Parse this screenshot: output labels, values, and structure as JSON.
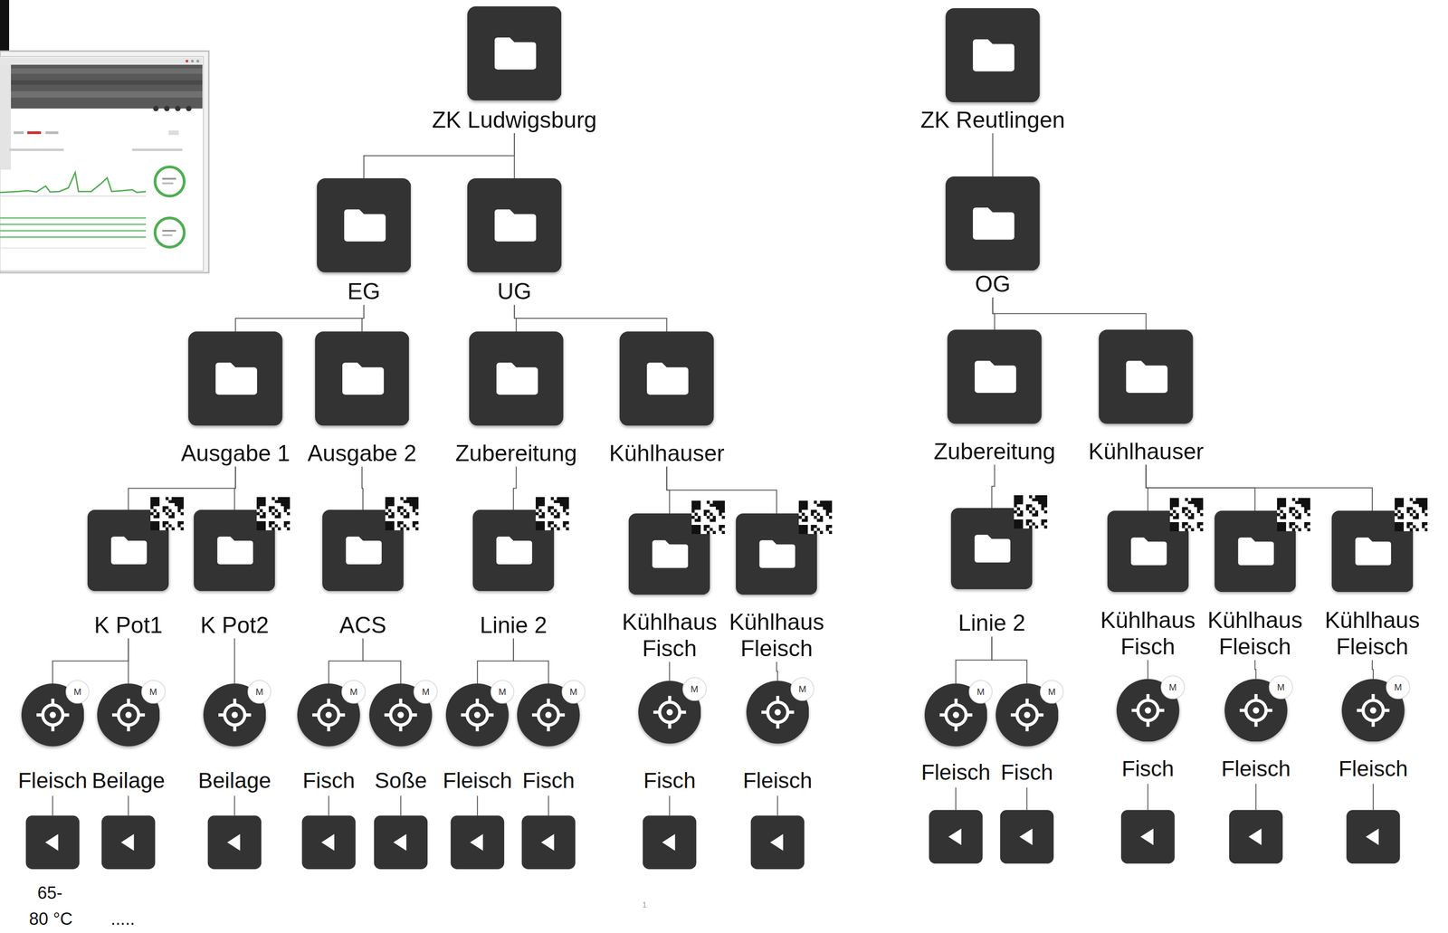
{
  "diagram": {
    "nodes": [
      {
        "text": [
          "ZK Ludwigsburg"
        ]
      },
      {
        "text": [
          "ZK Reutlingen"
        ]
      },
      {
        "text": [
          "EG"
        ]
      },
      {
        "text": [
          "UG"
        ]
      },
      {
        "text": [
          "OG"
        ]
      },
      {
        "text": [
          "Ausgabe 1"
        ]
      },
      {
        "text": [
          "Ausgabe 2"
        ]
      },
      {
        "text": [
          "Zubereitung"
        ]
      },
      {
        "text": [
          "Kühlhauser"
        ]
      },
      {
        "text": [
          "Zubereitung"
        ]
      },
      {
        "text": [
          "Kühlhauser"
        ]
      },
      {
        "text": [
          "K Pot1"
        ]
      },
      {
        "text": [
          "K Pot2"
        ]
      },
      {
        "text": [
          "ACS"
        ]
      },
      {
        "text": [
          "Linie 2"
        ]
      },
      {
        "text": [
          "Kühlhaus Fisch"
        ]
      },
      {
        "text": [
          "Kühlhaus Fleisch"
        ]
      },
      {
        "text": [
          "Linie 2"
        ]
      },
      {
        "text": [
          "Kühlhaus Fisch"
        ]
      },
      {
        "text": [
          "Kühlhaus Fleisch"
        ]
      },
      {
        "text": [
          "Kühlhaus Fleisch"
        ]
      },
      {
        "text": [
          "M",
          "Fleisch"
        ]
      },
      {
        "text": [
          "M",
          "Beilage"
        ]
      },
      {
        "text": [
          "M",
          "Beilage"
        ]
      },
      {
        "text": [
          "M",
          "Fisch"
        ]
      },
      {
        "text": [
          "M",
          "Soße"
        ]
      },
      {
        "text": [
          "M",
          "Fleisch"
        ]
      },
      {
        "text": [
          "M",
          "Fisch"
        ]
      },
      {
        "text": [
          "M",
          "Fisch"
        ]
      },
      {
        "text": [
          "M",
          "Fleisch"
        ]
      },
      {
        "text": [
          "M",
          "Fleisch"
        ]
      },
      {
        "text": [
          "M",
          "Fisch"
        ]
      },
      {
        "text": [
          "M",
          "Fisch"
        ]
      },
      {
        "text": [
          "M",
          "Fleisch"
        ]
      },
      {
        "text": [
          "M",
          "Fleisch"
        ]
      }
    ],
    "edges": [
      {
        "from": 0,
        "to": 2,
        "arrow": "none"
      },
      {
        "from": 0,
        "to": 3,
        "arrow": "none"
      },
      {
        "from": 1,
        "to": 4,
        "arrow": "none"
      },
      {
        "from": 2,
        "to": 5,
        "arrow": "none"
      },
      {
        "from": 2,
        "to": 6,
        "arrow": "none"
      },
      {
        "from": 3,
        "to": 7,
        "arrow": "none"
      },
      {
        "from": 3,
        "to": 8,
        "arrow": "none"
      },
      {
        "from": 4,
        "to": 9,
        "arrow": "none"
      },
      {
        "from": 4,
        "to": 10,
        "arrow": "none"
      },
      {
        "from": 5,
        "to": 11,
        "arrow": "none"
      },
      {
        "from": 5,
        "to": 12,
        "arrow": "none"
      },
      {
        "from": 6,
        "to": 13,
        "arrow": "none"
      },
      {
        "from": 7,
        "to": 14,
        "arrow": "none"
      },
      {
        "from": 8,
        "to": 15,
        "arrow": "none"
      },
      {
        "from": 8,
        "to": 16,
        "arrow": "none"
      },
      {
        "from": 9,
        "to": 17,
        "arrow": "none"
      },
      {
        "from": 10,
        "to": 18,
        "arrow": "none"
      },
      {
        "from": 10,
        "to": 19,
        "arrow": "none"
      },
      {
        "from": 10,
        "to": 20,
        "arrow": "none"
      },
      {
        "from": 11,
        "to": 21,
        "arrow": "none"
      },
      {
        "from": 11,
        "to": 22,
        "arrow": "none"
      },
      {
        "from": 12,
        "to": 23,
        "arrow": "none"
      },
      {
        "from": 13,
        "to": 24,
        "arrow": "none"
      },
      {
        "from": 13,
        "to": 25,
        "arrow": "none"
      },
      {
        "from": 14,
        "to": 26,
        "arrow": "none"
      },
      {
        "from": 14,
        "to": 27,
        "arrow": "none"
      },
      {
        "from": 15,
        "to": 28,
        "arrow": "none"
      },
      {
        "from": 16,
        "to": 29,
        "arrow": "none"
      },
      {
        "from": 17,
        "to": 30,
        "arrow": "none"
      },
      {
        "from": 17,
        "to": 31,
        "arrow": "none"
      },
      {
        "from": 18,
        "to": 32,
        "arrow": "none"
      },
      {
        "from": 19,
        "to": 33,
        "arrow": "none"
      },
      {
        "from": 20,
        "to": 34,
        "arrow": "none"
      }
    ],
    "labels": [
      "65-",
      "80 °C",
      ".....",
      "1"
    ]
  }
}
